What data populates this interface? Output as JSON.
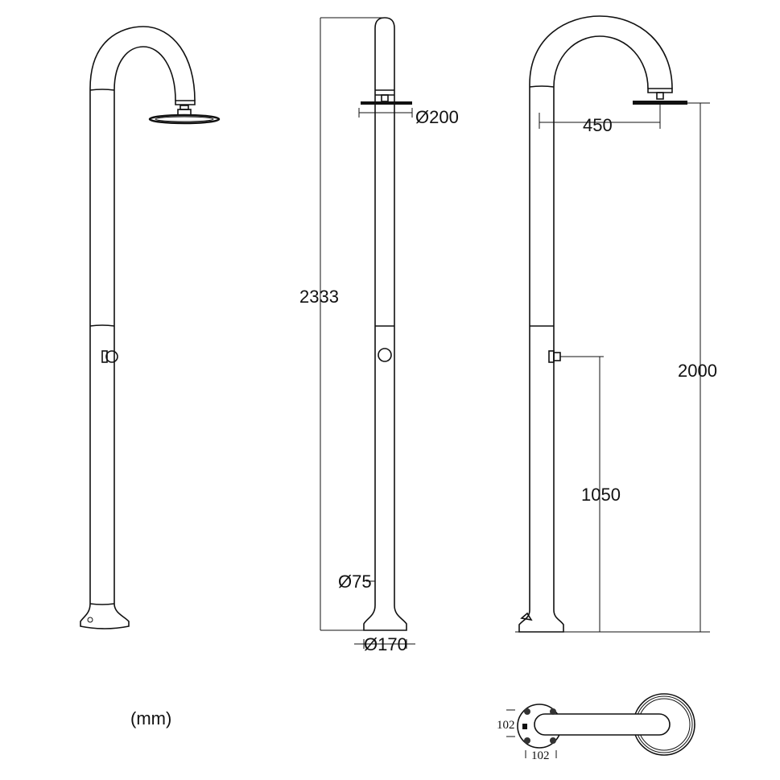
{
  "units_label": "(mm)",
  "dimensions": {
    "total_height": "2333",
    "head_diameter": "Ø200",
    "pipe_diameter": "Ø75",
    "base_diameter": "Ø170",
    "head_reach": "450",
    "head_height": "2000",
    "valve_height": "1050",
    "base_width": "102",
    "base_depth": "102"
  }
}
